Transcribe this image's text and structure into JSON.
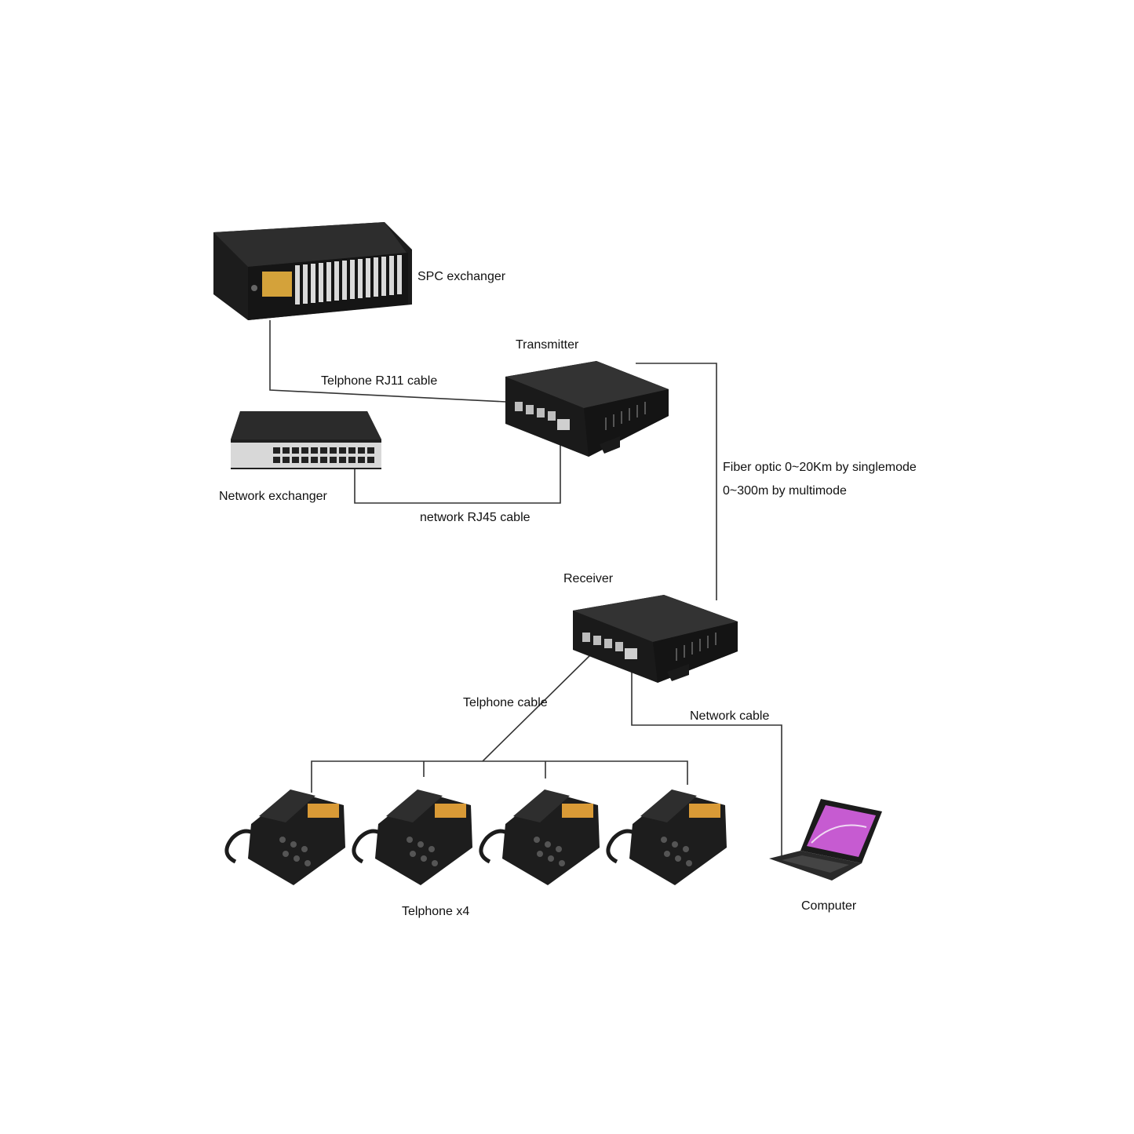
{
  "labels": {
    "spc": "SPC exchanger",
    "transmitter": "Transmitter",
    "rj11": "Telphone RJ11 cable",
    "network_exchanger": "Network exchanger",
    "rj45": "network RJ45 cable",
    "fiber_line1": "Fiber optic 0~20Km by singlemode",
    "fiber_line2": "0~300m by multimode",
    "receiver": "Receiver",
    "telephone_cable": "Telphone cable",
    "network_cable": "Network cable",
    "telephones": "Telphone x4",
    "computer": "Computer"
  },
  "colors": {
    "line": "#333333",
    "device": "#1e1e1e",
    "device_top": "#2f2f2f",
    "port_amber": "#d4a23a",
    "screen": "#c65bd1"
  }
}
